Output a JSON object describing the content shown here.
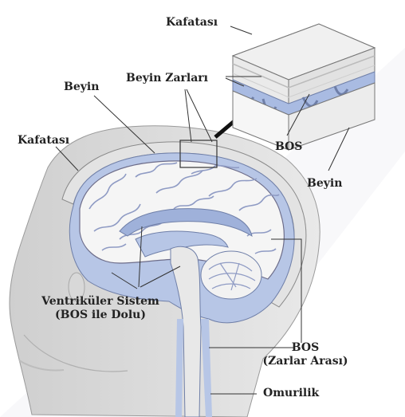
{
  "labels": {
    "skull_top": "Kafatası",
    "meninges": "Beyin Zarları",
    "brain_left": "Beyin",
    "skull_left": "Kafatası",
    "csf_inset": "BOS",
    "brain_inset": "Beyin",
    "ventricular_line1": "Ventriküler Sistem",
    "ventricular_line2": "(BOS ile Dolu)",
    "csf_meninges_line1": "BOS",
    "csf_meninges_line2": "(Zarlar Arası)",
    "spinal_cord": "Omurilik"
  },
  "colors": {
    "csf_blue": "#b7c6e6",
    "brain_white": "#f6f6f6",
    "skull_gray": "#e4e4e4",
    "face_gray": "#d6d6d6",
    "outline": "#555555"
  }
}
